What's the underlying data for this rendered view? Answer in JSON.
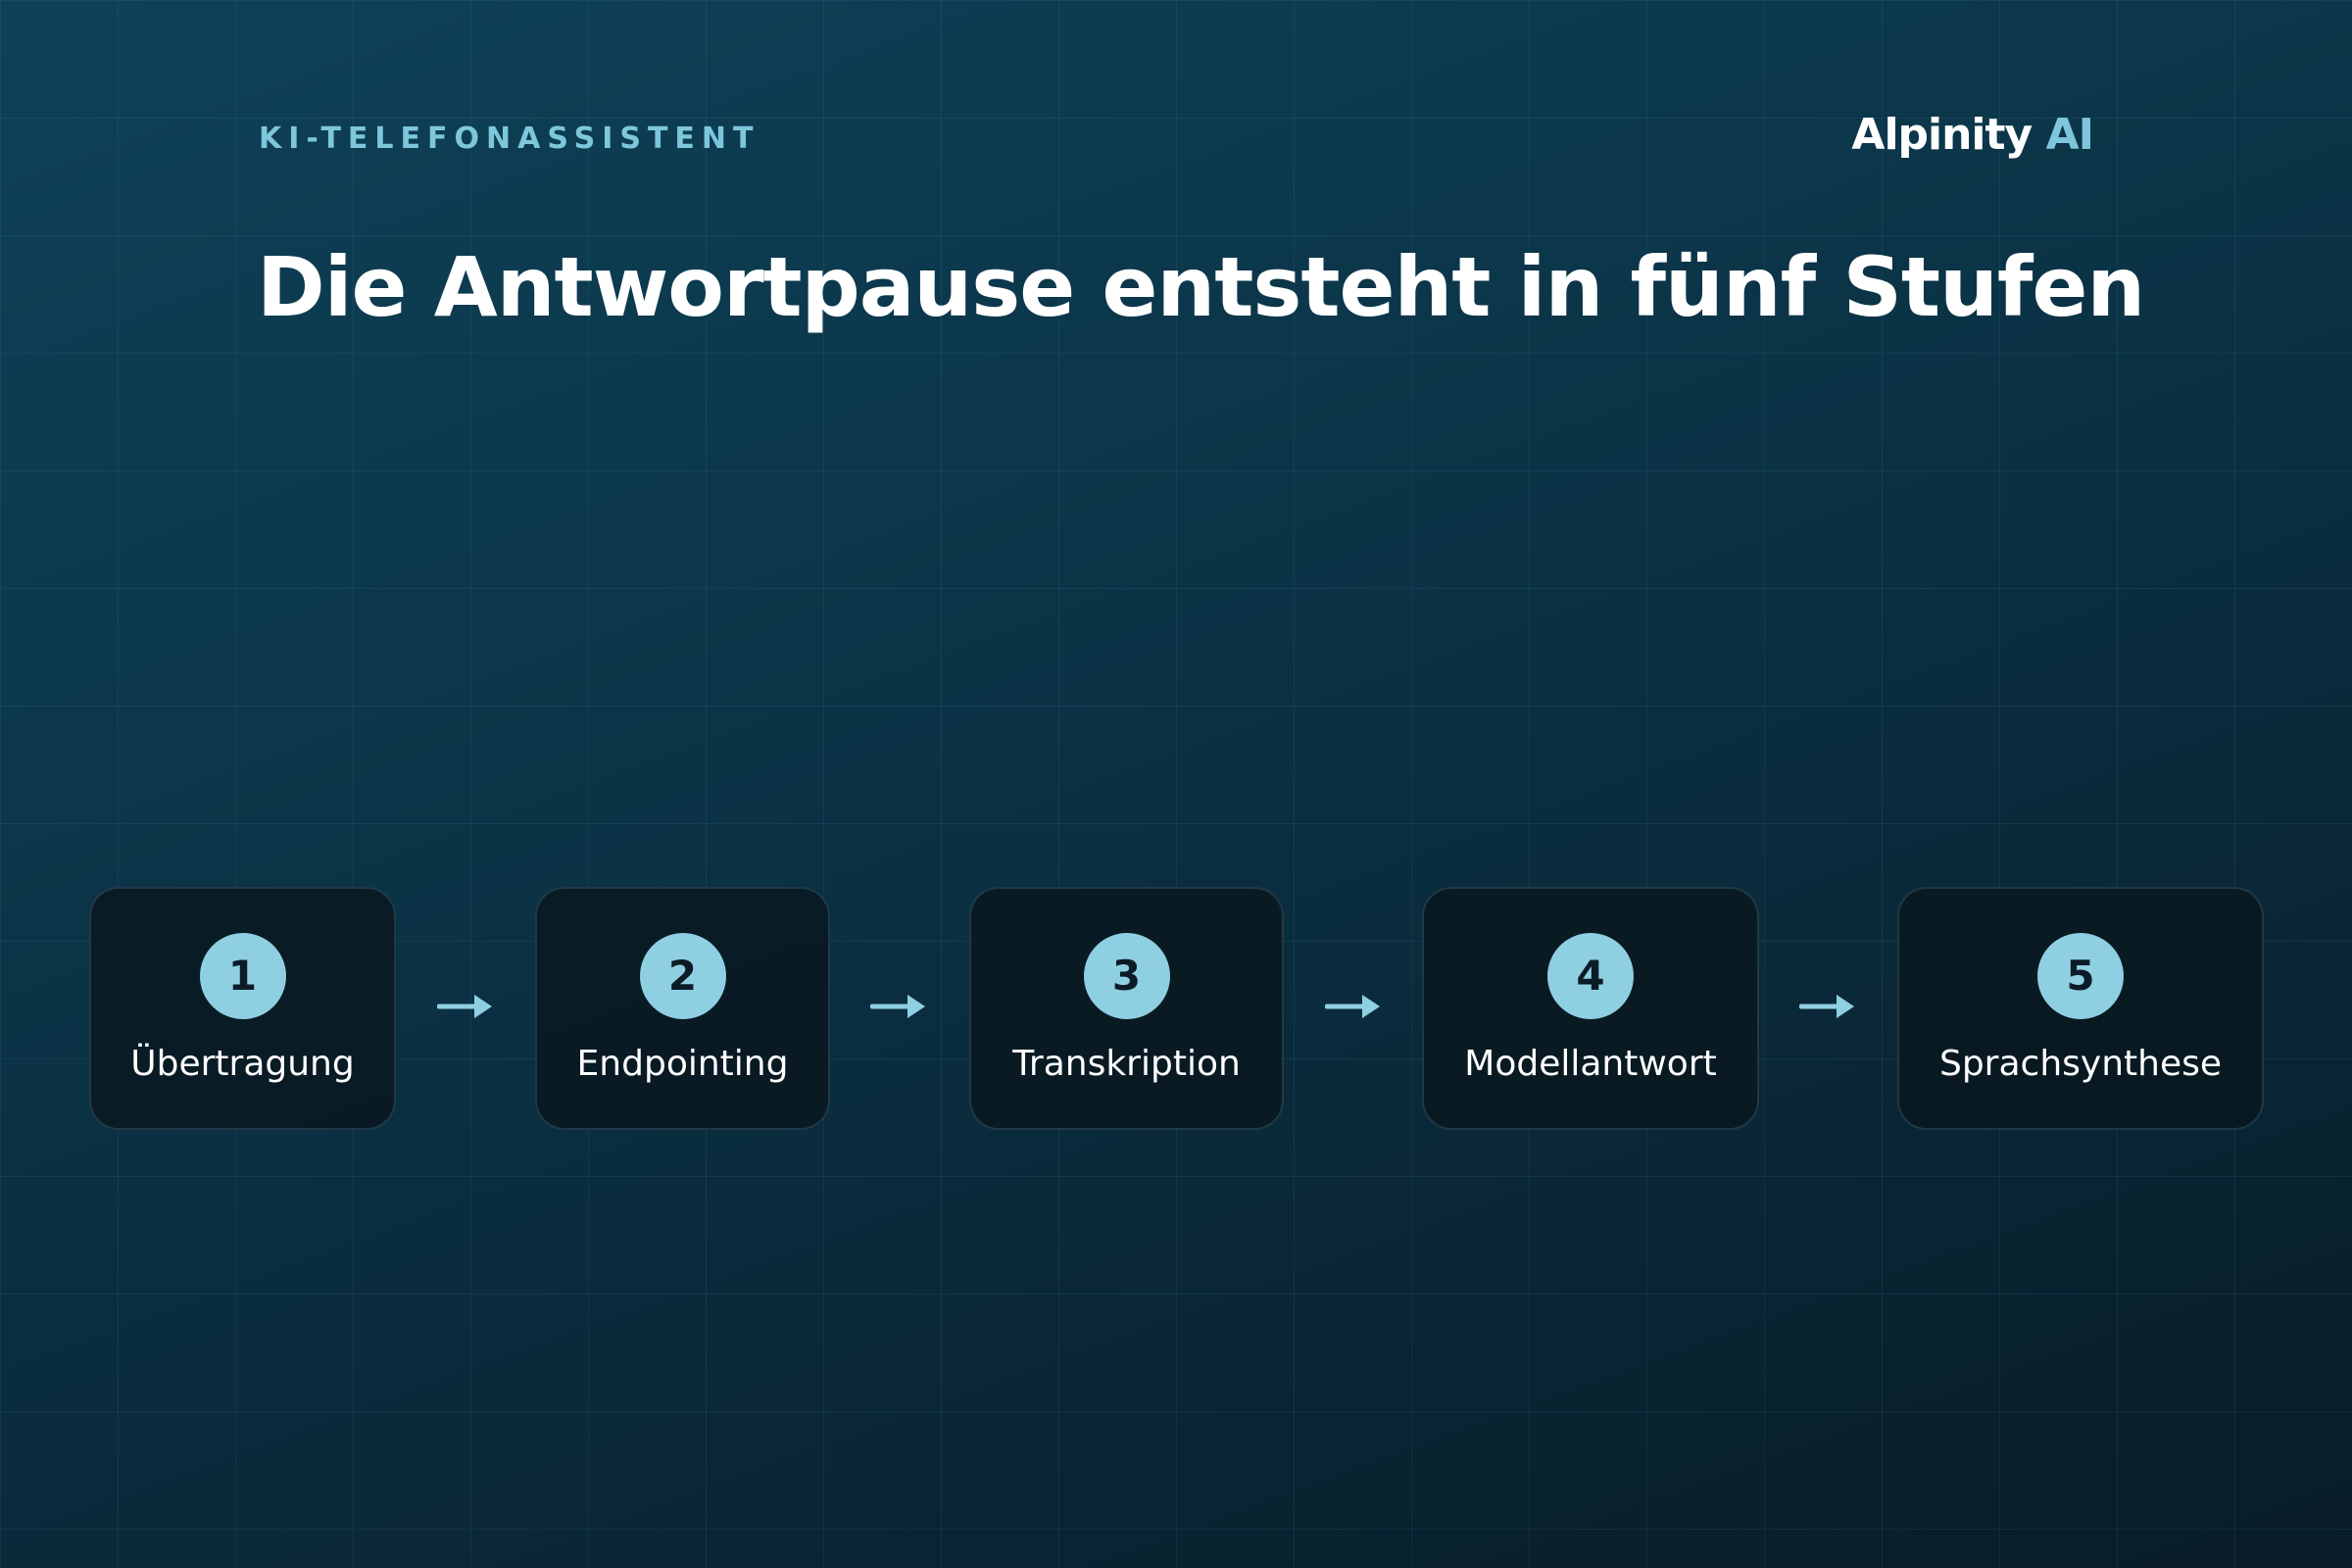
{
  "header": {
    "eyebrow": "KI-TELEFONASSISTENT",
    "brand_name": "Alpinity",
    "brand_suffix": "AI",
    "title": "Die Antwortpause entsteht in fünf Stufen"
  },
  "stages": [
    {
      "number": "1",
      "label": "Übertragung"
    },
    {
      "number": "2",
      "label": "Endpointing"
    },
    {
      "number": "3",
      "label": "Transkription"
    },
    {
      "number": "4",
      "label": "Modellantwort"
    },
    {
      "number": "5",
      "label": "Sprachsynthese"
    }
  ],
  "colors": {
    "accent": "#8fcfe2",
    "background_top": "#0e4258",
    "background_bottom": "#081c27",
    "card": "#09181f",
    "text": "#ffffff"
  }
}
